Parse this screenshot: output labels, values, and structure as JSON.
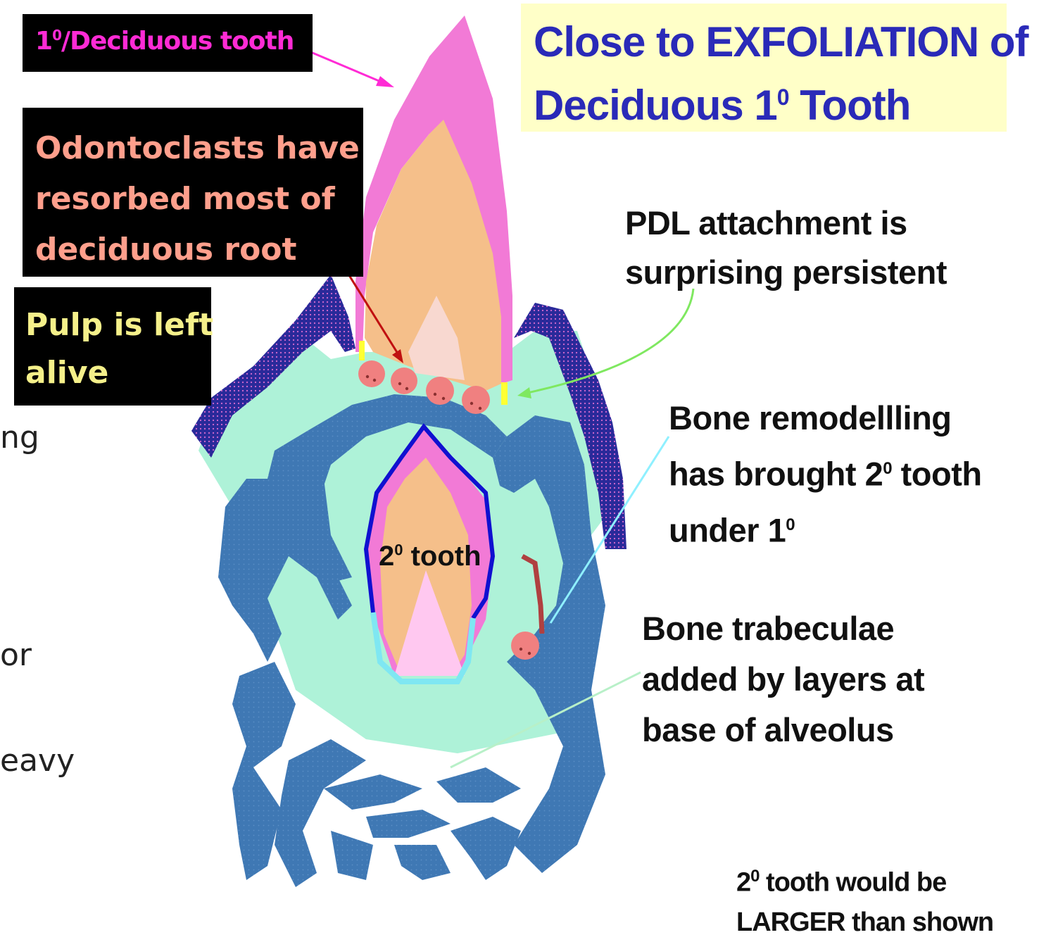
{
  "title": {
    "line1": "Close to EXFOLIATION of",
    "line2_pre": "Deciduous 1",
    "line2_sup": "0",
    "line2_post": " Tooth"
  },
  "labels": {
    "deciduous": {
      "pre": "1",
      "sup": "0",
      "post": "/Deciduous tooth"
    },
    "odontoclasts": [
      "Odontoclasts have",
      "resorbed most of",
      "deciduous root"
    ],
    "pulp": [
      "Pulp is left",
      "alive"
    ],
    "secondary_tooth": {
      "pre": "2",
      "sup": "0",
      "post": " tooth"
    }
  },
  "notes": {
    "pdl": [
      "PDL attachment  is",
      "surprising persistent"
    ],
    "bone_remodel": {
      "line1": "Bone remodellling",
      "line2_pre": "has brought 2",
      "line2_sup": "0",
      "line2_post": " tooth",
      "line3_pre": "under 1",
      "line3_sup": "0"
    },
    "trabeculae": [
      "Bone trabeculae",
      "added by layers at",
      "base of alveolus"
    ],
    "larger": {
      "line1_pre": "2",
      "line1_sup": "0",
      "line1_post": " tooth would be",
      "line2": "LARGER than shown"
    }
  },
  "background_fragments": [
    "ng",
    "or",
    "eavy"
  ],
  "colors": {
    "enamel": "#f27ad6",
    "dentin": "#f5bf8a",
    "pulp": "#f8d8d0",
    "connective_tissue": "#aef2d8",
    "bone": "#3f78b4",
    "gingiva": "#2a2a9a",
    "odontoclast": "#f08080",
    "pdl": "#ffff33"
  }
}
